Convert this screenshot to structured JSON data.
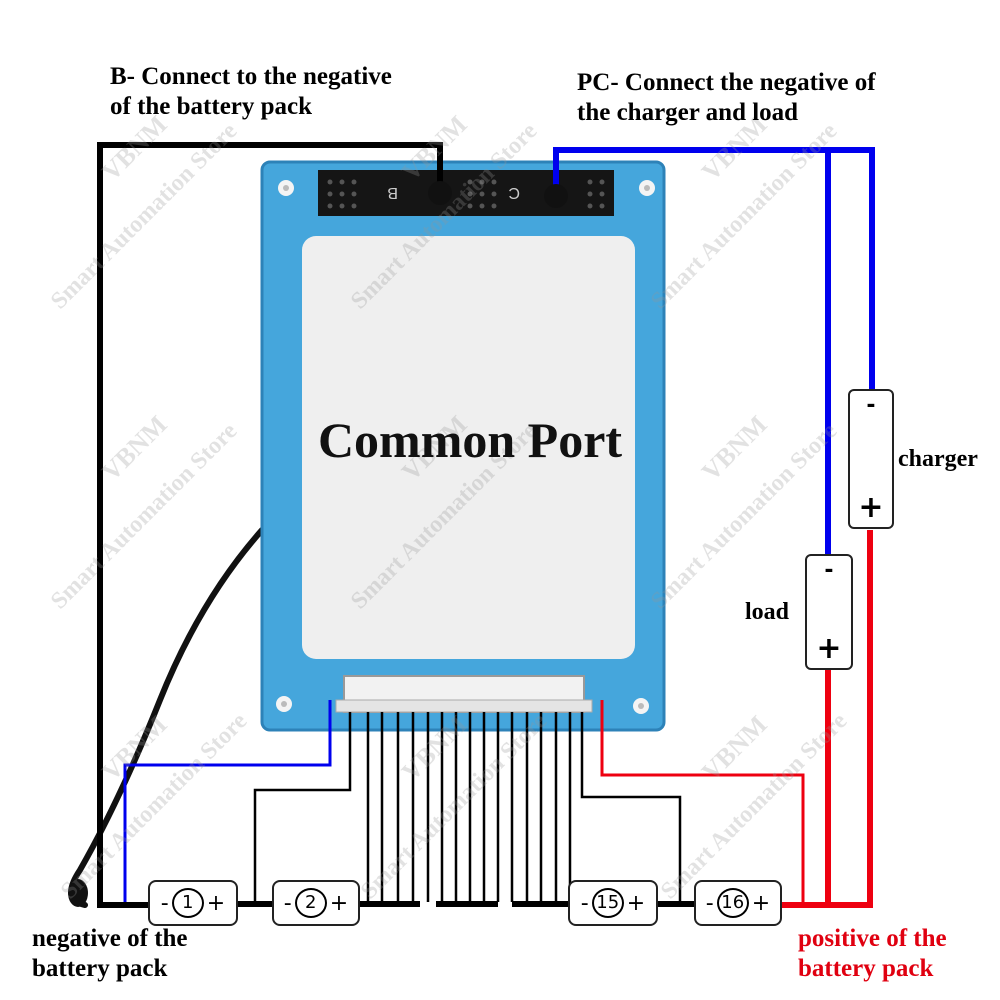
{
  "labels": {
    "b_minus_line1": "B- Connect to the negative",
    "b_minus_line2": "of the battery pack",
    "pc_minus_line1": "PC- Connect the negative of",
    "pc_minus_line2": "the charger and load",
    "board_title": "Common Port",
    "load": "load",
    "charger": "charger",
    "negative_line1": "negative of the",
    "negative_line2": "battery pack",
    "positive_line1": "positive of the",
    "positive_line2": "battery pack"
  },
  "board": {
    "pad_b": "B",
    "pad_c": "C"
  },
  "cells": [
    {
      "minus": "-",
      "number": "1",
      "plus": "+"
    },
    {
      "minus": "-",
      "number": "2",
      "plus": "+"
    },
    {
      "minus": "-",
      "number": "15",
      "plus": "+"
    },
    {
      "minus": "-",
      "number": "16",
      "plus": "+"
    }
  ],
  "terminals": {
    "load_minus": "-",
    "load_plus": "+",
    "charger_minus": "-",
    "charger_plus": "+"
  },
  "watermark": {
    "store": "Smart Automation Store",
    "brand": "VBNM"
  },
  "colors": {
    "negative_wire": "#0000ee",
    "positive_wire": "#ee0010",
    "pack_wire": "#000000",
    "board": "#45a6dc",
    "board_panel": "#f0f0f0",
    "positive_text": "#e00010"
  }
}
